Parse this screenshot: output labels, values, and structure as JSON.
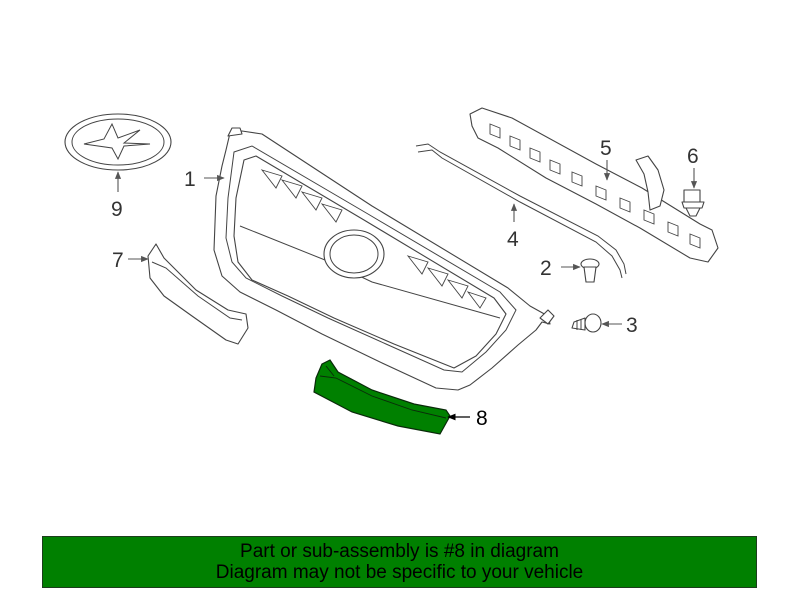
{
  "callouts": {
    "c1": "1",
    "c2": "2",
    "c3": "3",
    "c4": "4",
    "c5": "5",
    "c6": "6",
    "c7": "7",
    "c8": "8",
    "c9": "9"
  },
  "highlight": {
    "part_number": "8",
    "color": "#008000"
  },
  "banner": {
    "line1": "Part or sub-assembly is #8 in diagram",
    "line2": "Diagram may not be specific to your vehicle",
    "background": "#008000"
  }
}
